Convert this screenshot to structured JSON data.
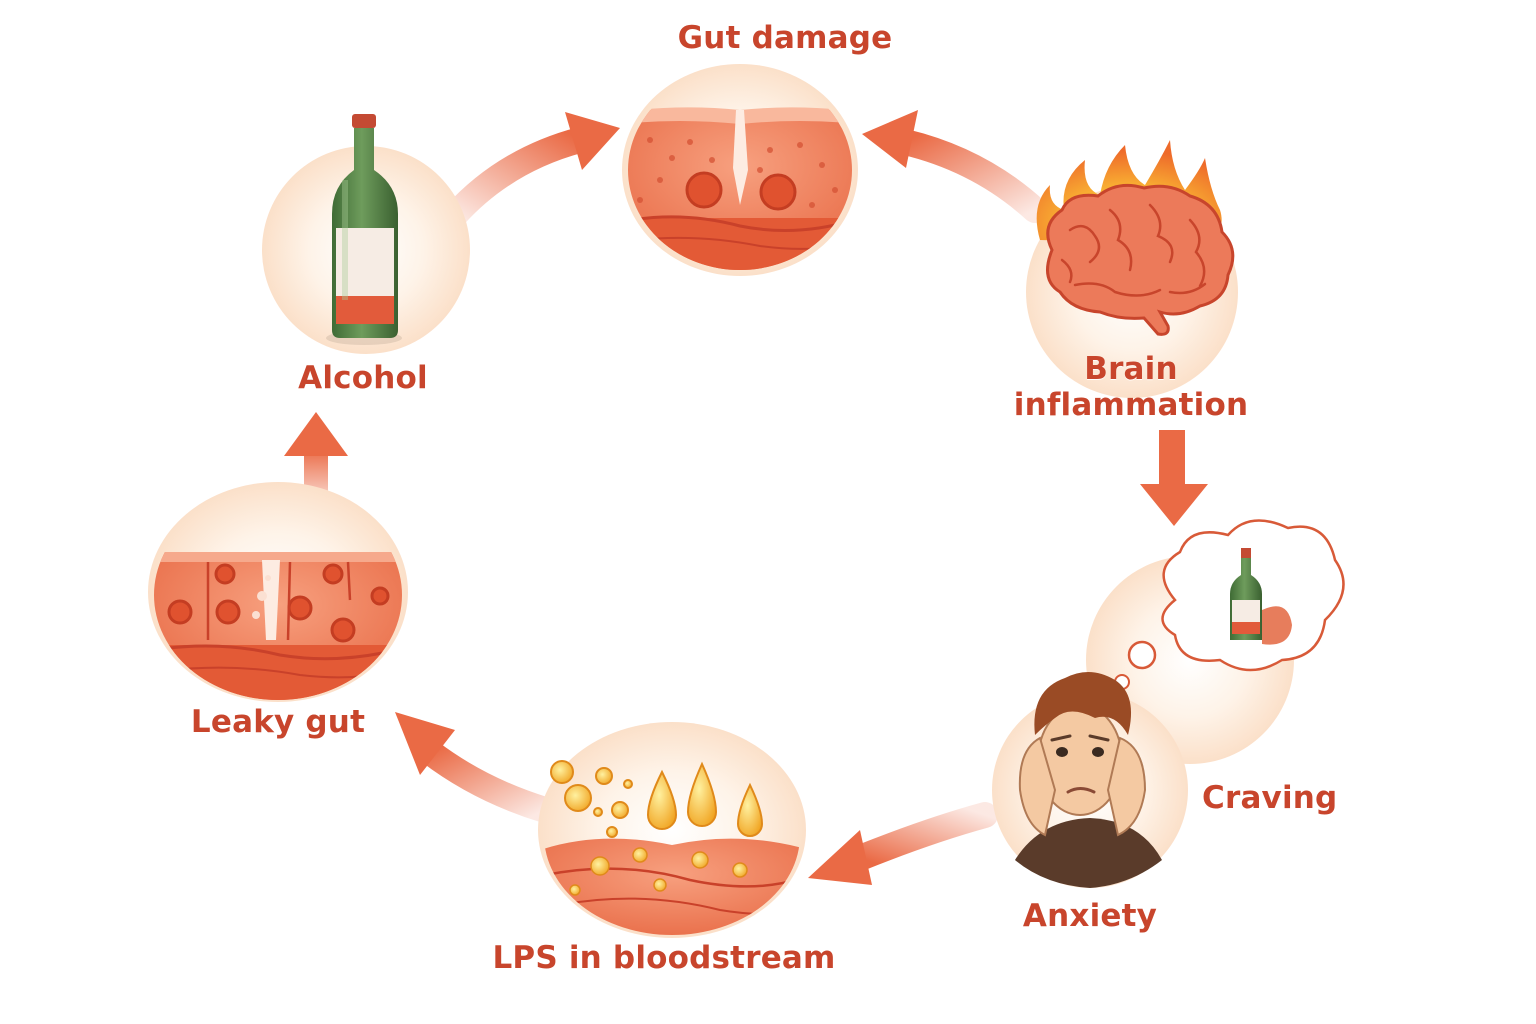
{
  "labels": {
    "gut_damage": "Gut damage",
    "alcohol": "Alcohol",
    "brain_line1": "Brain",
    "brain_line2": "inflammation",
    "craving": "Craving",
    "anxiety": "Anxiety",
    "lps": "LPS in bloodstream",
    "leaky_gut": "Leaky gut"
  },
  "colors": {
    "text": "#c8452c",
    "arrow": "#ea6a45",
    "tissue": "#f0835f",
    "tissue_dark": "#d85a38",
    "glow": "#fde3cc",
    "bottle": "#5e8c4e",
    "flame": "#f7a12a",
    "droplet": "#f5c22e"
  },
  "icons": [
    "wine-bottle-icon",
    "brain-on-fire-icon",
    "anxious-person-icon",
    "thought-bubble-icon",
    "lps-droplet-icon",
    "tissue-cross-section-icon"
  ]
}
